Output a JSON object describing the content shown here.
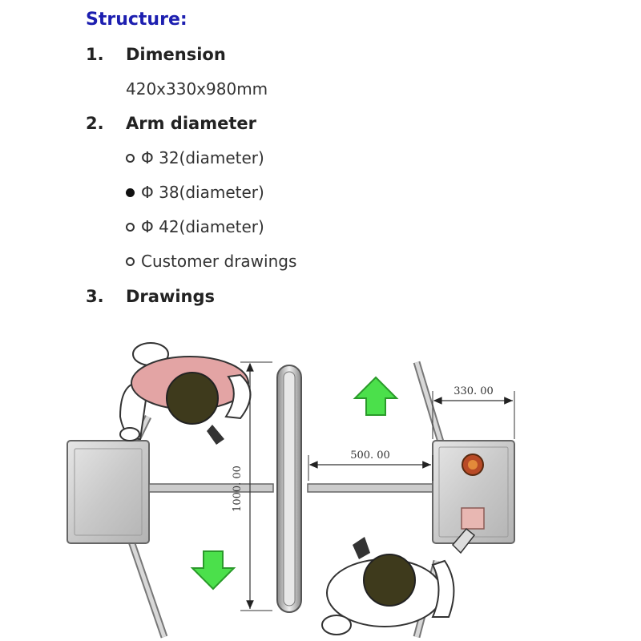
{
  "heading": "Structure:",
  "sections": [
    {
      "num": "1.",
      "title": "Dimension"
    },
    {
      "num": "2.",
      "title": "Arm diameter"
    },
    {
      "num": "3.",
      "title": "Drawings"
    }
  ],
  "dimension_value": "420x330x980mm",
  "arm_options": [
    {
      "label": "Φ 32(diameter)",
      "selected": false
    },
    {
      "label": "Φ 38(diameter)",
      "selected": true
    },
    {
      "label": "Φ 42(diameter)",
      "selected": false
    },
    {
      "label": "Customer drawings",
      "selected": false
    }
  ],
  "drawing": {
    "dim_width": "330. 00",
    "dim_gap": "500. 00",
    "dim_height": "1000. 00",
    "colors": {
      "arrow": "#4be04b",
      "cabinet": "#cfcfcf",
      "person_head": "#3e3a1c",
      "person_body": "#ffffff",
      "person_hat": "#e3a4a4",
      "indicator": "#c0502a",
      "reader": "#e8b7b2"
    }
  }
}
